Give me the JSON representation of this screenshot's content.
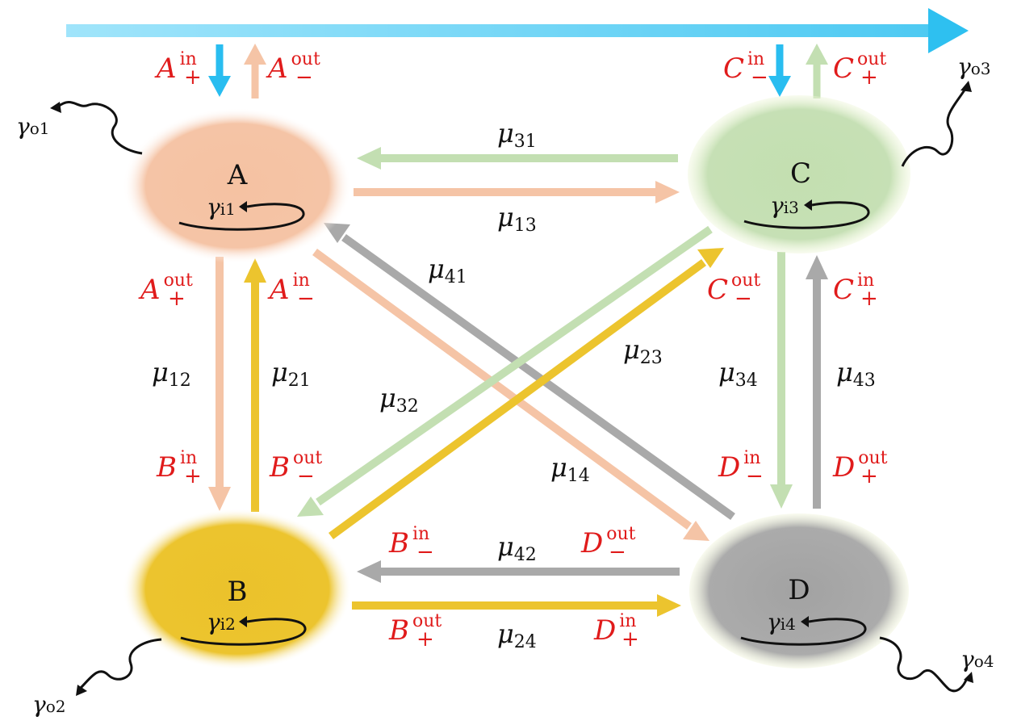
{
  "colors": {
    "A": "#f5c4a6",
    "B": "#ecc42e",
    "C": "#c3dfb2",
    "D": "#a9a9a9",
    "waveguide": "#39c4f0",
    "port_label": "#e01b1b",
    "text": "#111111"
  },
  "nodes": {
    "A": {
      "label": "A",
      "loss_symbol": "γ",
      "loss_sub": "i1"
    },
    "B": {
      "label": "B",
      "loss_symbol": "γ",
      "loss_sub": "i2"
    },
    "C": {
      "label": "C",
      "loss_symbol": "γ",
      "loss_sub": "i3"
    },
    "D": {
      "label": "D",
      "loss_symbol": "γ",
      "loss_sub": "i4"
    }
  },
  "decays": {
    "o1": {
      "symbol": "γ",
      "sub": "o1"
    },
    "o2": {
      "symbol": "γ",
      "sub": "o2"
    },
    "o3": {
      "symbol": "γ",
      "sub": "o3"
    },
    "o4": {
      "symbol": "γ",
      "sub": "o4"
    }
  },
  "ports": {
    "a_in_plus_top": {
      "base": "A",
      "sup": "in",
      "sub": "+"
    },
    "a_out_minus_top": {
      "base": "A",
      "sup": "out",
      "sub": "−"
    },
    "c_in_minus_top": {
      "base": "C",
      "sup": "in",
      "sub": "−"
    },
    "c_out_plus_top": {
      "base": "C",
      "sup": "out",
      "sub": "+"
    },
    "a_out_plus": {
      "base": "A",
      "sup": "out",
      "sub": "+"
    },
    "a_in_minus": {
      "base": "A",
      "sup": "in",
      "sub": "−"
    },
    "b_in_plus": {
      "base": "B",
      "sup": "in",
      "sub": "+"
    },
    "b_out_minus": {
      "base": "B",
      "sup": "out",
      "sub": "−"
    },
    "c_out_minus": {
      "base": "C",
      "sup": "out",
      "sub": "−"
    },
    "c_in_plus": {
      "base": "C",
      "sup": "in",
      "sub": "+"
    },
    "d_in_minus": {
      "base": "D",
      "sup": "in",
      "sub": "−"
    },
    "d_out_plus": {
      "base": "D",
      "sup": "out",
      "sub": "+"
    },
    "b_in_minus": {
      "base": "B",
      "sup": "in",
      "sub": "−"
    },
    "d_out_minus": {
      "base": "D",
      "sup": "out",
      "sub": "−"
    },
    "b_out_plus": {
      "base": "B",
      "sup": "out",
      "sub": "+"
    },
    "d_in_plus": {
      "base": "D",
      "sup": "in",
      "sub": "+"
    }
  },
  "couplings": {
    "mu31": {
      "symbol": "μ",
      "sub": "31"
    },
    "mu13": {
      "symbol": "μ",
      "sub": "13"
    },
    "mu41": {
      "symbol": "μ",
      "sub": "41"
    },
    "mu12": {
      "symbol": "μ",
      "sub": "12"
    },
    "mu21": {
      "symbol": "μ",
      "sub": "21"
    },
    "mu23": {
      "symbol": "μ",
      "sub": "23"
    },
    "mu34": {
      "symbol": "μ",
      "sub": "34"
    },
    "mu43": {
      "symbol": "μ",
      "sub": "43"
    },
    "mu32": {
      "symbol": "μ",
      "sub": "32"
    },
    "mu14": {
      "symbol": "μ",
      "sub": "14"
    },
    "mu42": {
      "symbol": "μ",
      "sub": "42"
    },
    "mu24": {
      "symbol": "μ",
      "sub": "24"
    }
  }
}
